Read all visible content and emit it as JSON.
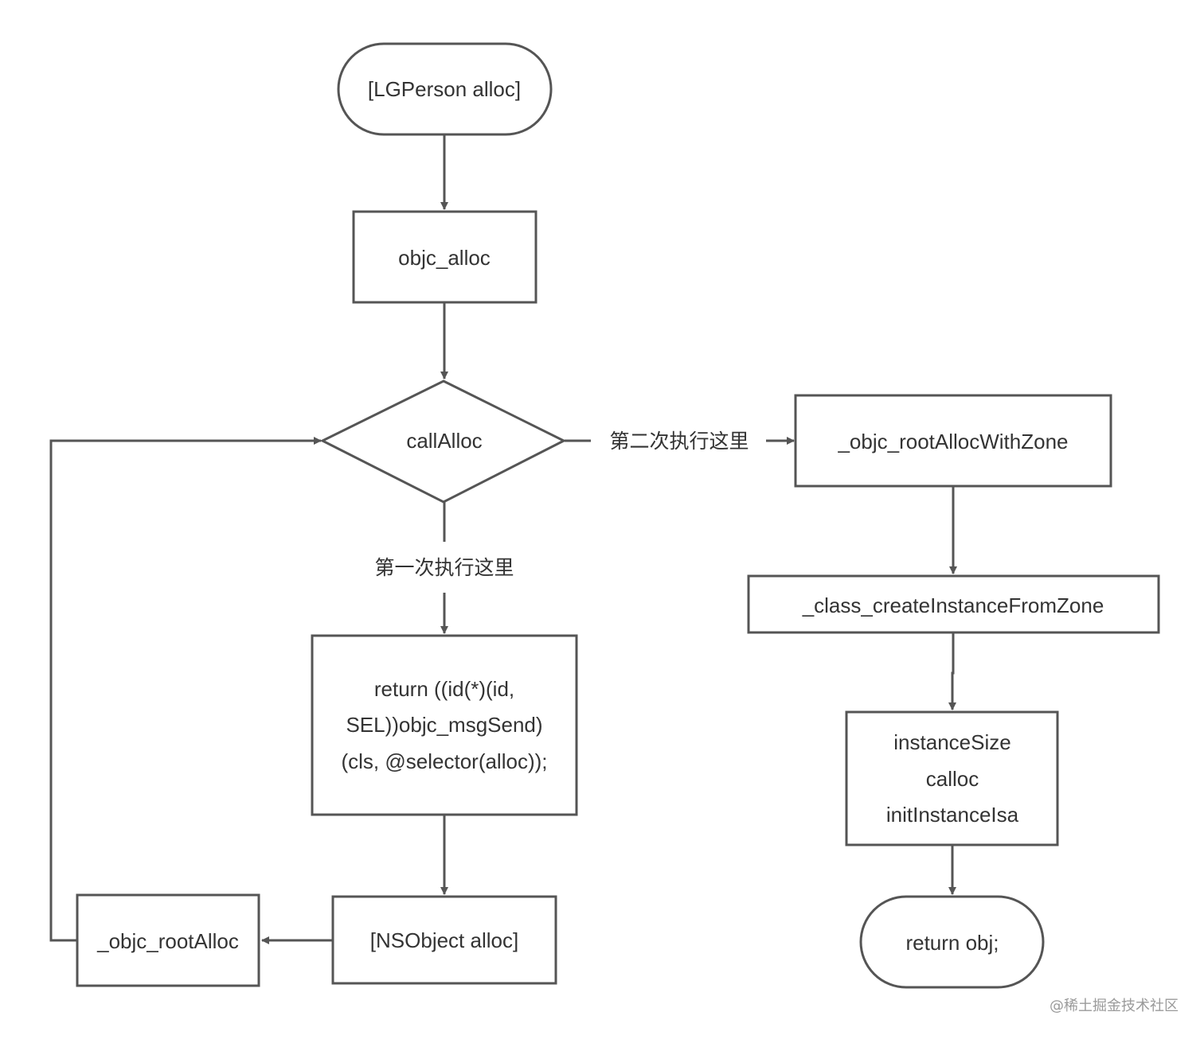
{
  "nodes": {
    "start": {
      "label": "[LGPerson alloc]"
    },
    "objc_alloc": {
      "label": "objc_alloc"
    },
    "call_alloc": {
      "label": "callAlloc"
    },
    "root_alloc_with_zone": {
      "label": "_objc_rootAllocWithZone"
    },
    "create_instance": {
      "label": "_class_createInstanceFromZone"
    },
    "instance_steps": {
      "lines": [
        "instanceSize",
        "calloc",
        "initInstanceIsa"
      ]
    },
    "return_obj": {
      "label": "return obj;"
    },
    "msg_send": {
      "lines": [
        "return ((id(*)(id,",
        "SEL))objc_msgSend)",
        "(cls, @selector(alloc));"
      ]
    },
    "nsobject_alloc": {
      "label": "[NSObject alloc]"
    },
    "root_alloc": {
      "label": "_objc_rootAlloc"
    }
  },
  "edges": {
    "first_time": "第一次执行这里",
    "second_time": "第二次执行这里"
  },
  "watermark": "@稀土掘金技术社区",
  "colors": {
    "stroke": "#555555",
    "text": "#333333",
    "background": "#ffffff"
  }
}
